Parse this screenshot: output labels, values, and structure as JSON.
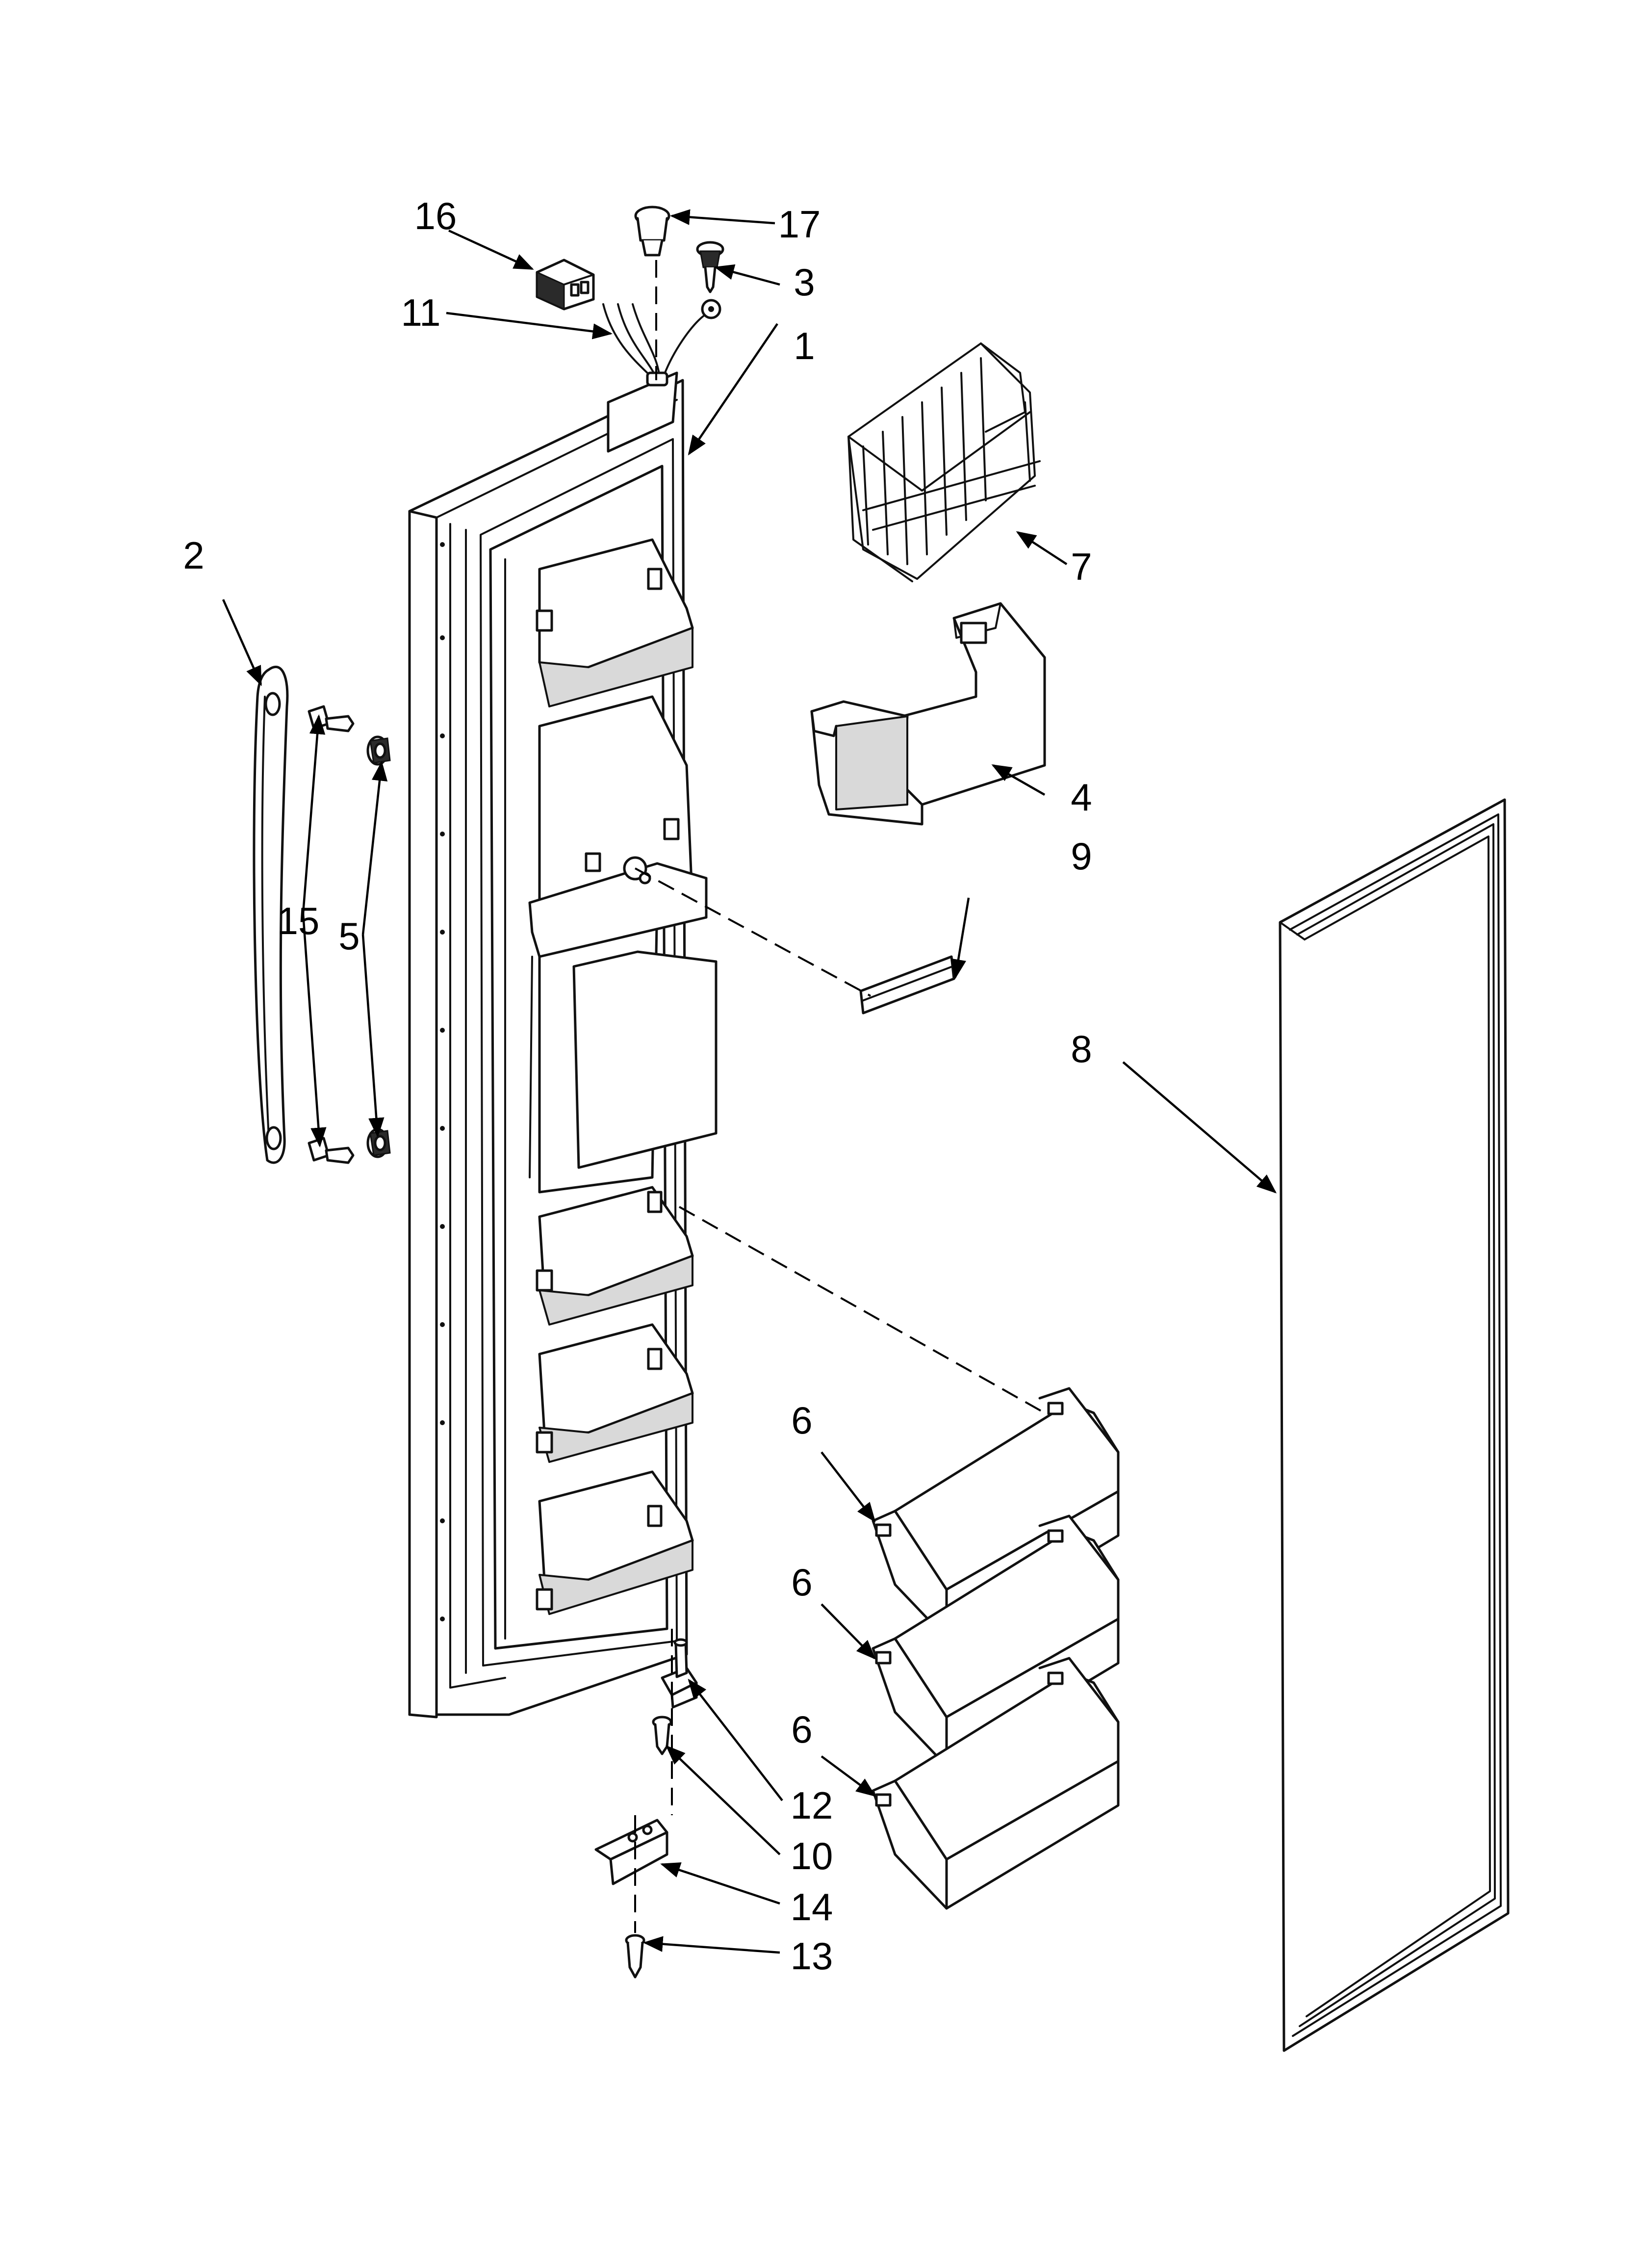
{
  "callouts": [
    {
      "id": "c1",
      "text": "1"
    },
    {
      "id": "c2",
      "text": "2"
    },
    {
      "id": "c3",
      "text": "3"
    },
    {
      "id": "c4",
      "text": "4"
    },
    {
      "id": "c5",
      "text": "5"
    },
    {
      "id": "c6a",
      "text": "6"
    },
    {
      "id": "c6b",
      "text": "6"
    },
    {
      "id": "c6c",
      "text": "6"
    },
    {
      "id": "c7",
      "text": "7"
    },
    {
      "id": "c8",
      "text": "8"
    },
    {
      "id": "c9",
      "text": "9"
    },
    {
      "id": "c10",
      "text": "10"
    },
    {
      "id": "c11",
      "text": "11"
    },
    {
      "id": "c12",
      "text": "12"
    },
    {
      "id": "c13",
      "text": "13"
    },
    {
      "id": "c14",
      "text": "14"
    },
    {
      "id": "c15",
      "text": "15"
    },
    {
      "id": "c16",
      "text": "16"
    },
    {
      "id": "c17",
      "text": "17"
    }
  ]
}
